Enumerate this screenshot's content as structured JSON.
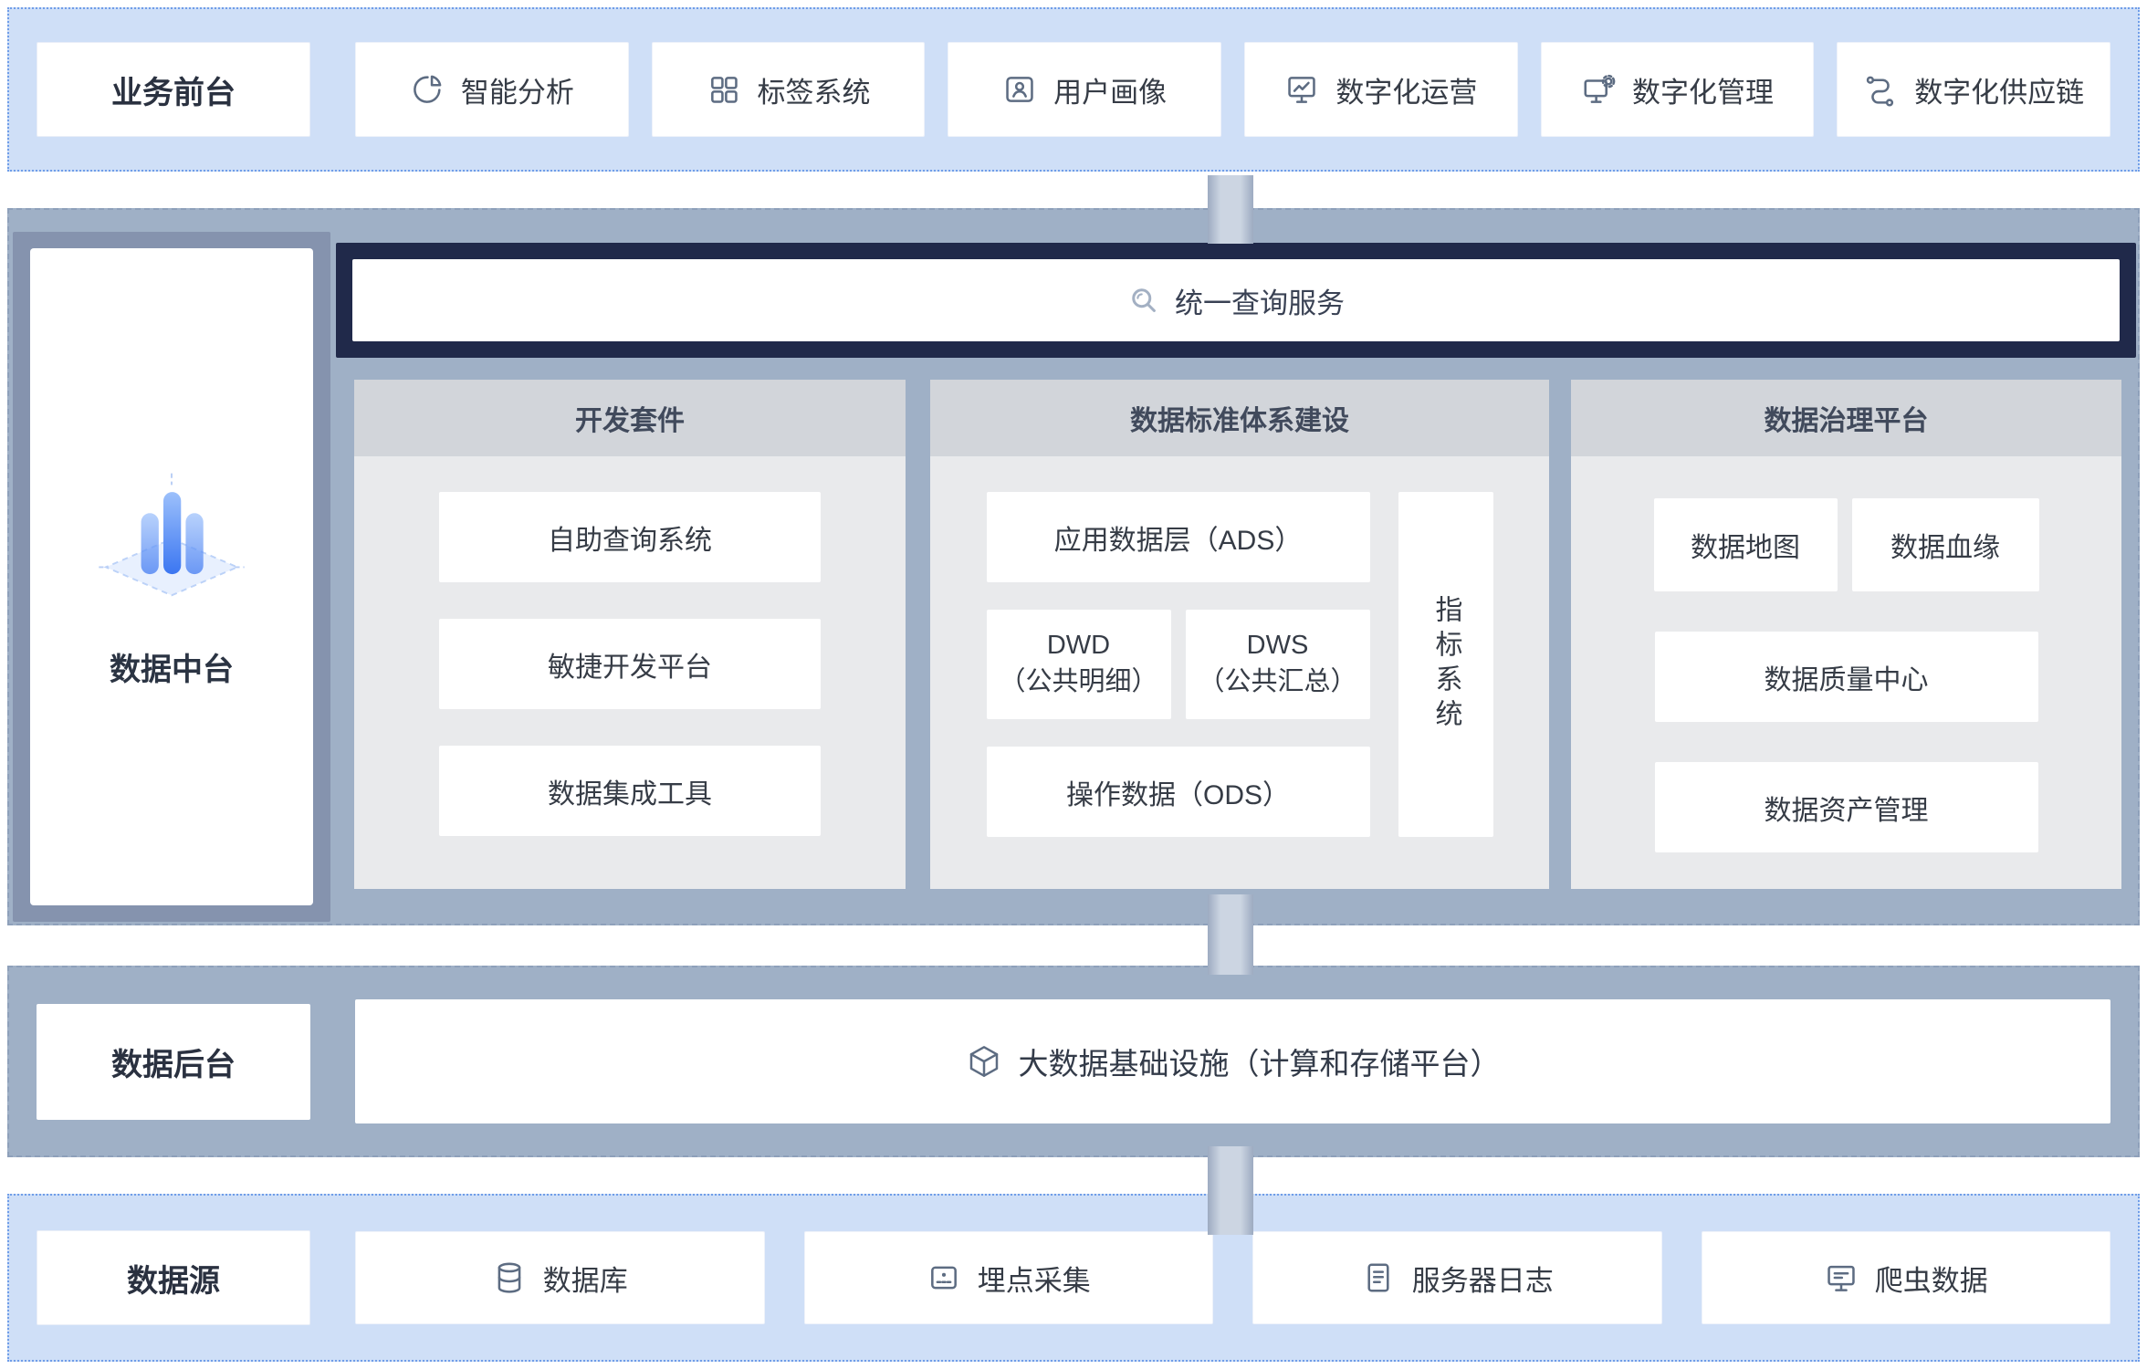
{
  "front_stage": {
    "label": "业务前台",
    "items": [
      {
        "icon": "pie-chart-icon",
        "label": "智能分析"
      },
      {
        "icon": "grid-icon",
        "label": "标签系统"
      },
      {
        "icon": "id-card-icon",
        "label": "用户画像"
      },
      {
        "icon": "monitor-chart-icon",
        "label": "数字化运营"
      },
      {
        "icon": "monitor-gear-icon",
        "label": "数字化管理"
      },
      {
        "icon": "link-chain-icon",
        "label": "数字化供应链"
      }
    ]
  },
  "middle_platform": {
    "label": "数据中台",
    "query_service": "统一查询服务",
    "dev_suite": {
      "title": "开发套件",
      "items": [
        "自助查询系统",
        "敏捷开发平台",
        "数据集成工具"
      ]
    },
    "data_standard": {
      "title": "数据标准体系建设",
      "ads": "应用数据层（ADS）",
      "dwd_title": "DWD",
      "dwd_sub": "（公共明细）",
      "dws_title": "DWS",
      "dws_sub": "（公共汇总）",
      "ods": "操作数据（ODS）",
      "indicator": "指标系统"
    },
    "governance": {
      "title": "数据治理平台",
      "row1": [
        "数据地图",
        "数据血缘"
      ],
      "row2": "数据质量中心",
      "row3": "数据资产管理"
    }
  },
  "backend": {
    "label": "数据后台",
    "infrastructure": "大数据基础设施（计算和存储平台）"
  },
  "sources": {
    "label": "数据源",
    "items": [
      {
        "icon": "database-icon",
        "label": "数据库"
      },
      {
        "icon": "tracking-icon",
        "label": "埋点采集"
      },
      {
        "icon": "document-icon",
        "label": "服务器日志"
      },
      {
        "icon": "crawler-icon",
        "label": "爬虫数据"
      }
    ]
  },
  "colors": {
    "band_blue": "#cfdff7",
    "band_blue_border": "#6f9de8",
    "band_gray": "#9fb0c6",
    "navy": "#20294a",
    "column_header": "#d2d5da",
    "column_body": "#e9eaec",
    "accent_blue": "#3d78f2"
  }
}
